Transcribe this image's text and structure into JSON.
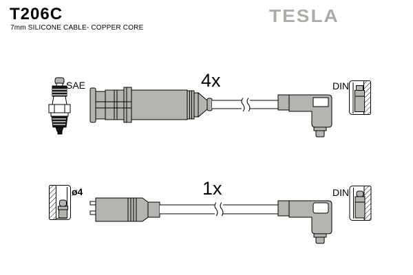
{
  "colors": {
    "page_bg": "#ffffff",
    "boot_gray": "#b2b6ae",
    "logo_gray": "#a9ada5",
    "outline": "#000000"
  },
  "header": {
    "part_number": "T206C",
    "description": "7mm SILICONE CABLE- COPPER CORE",
    "brand": "TESLA"
  },
  "diagram": {
    "row1": {
      "plug_standard_label": "SAE",
      "quantity_label": "4x",
      "terminal_label": "DIN"
    },
    "row2": {
      "diameter_label": "ø4",
      "quantity_label": "1x",
      "terminal_label": "DIN"
    }
  }
}
